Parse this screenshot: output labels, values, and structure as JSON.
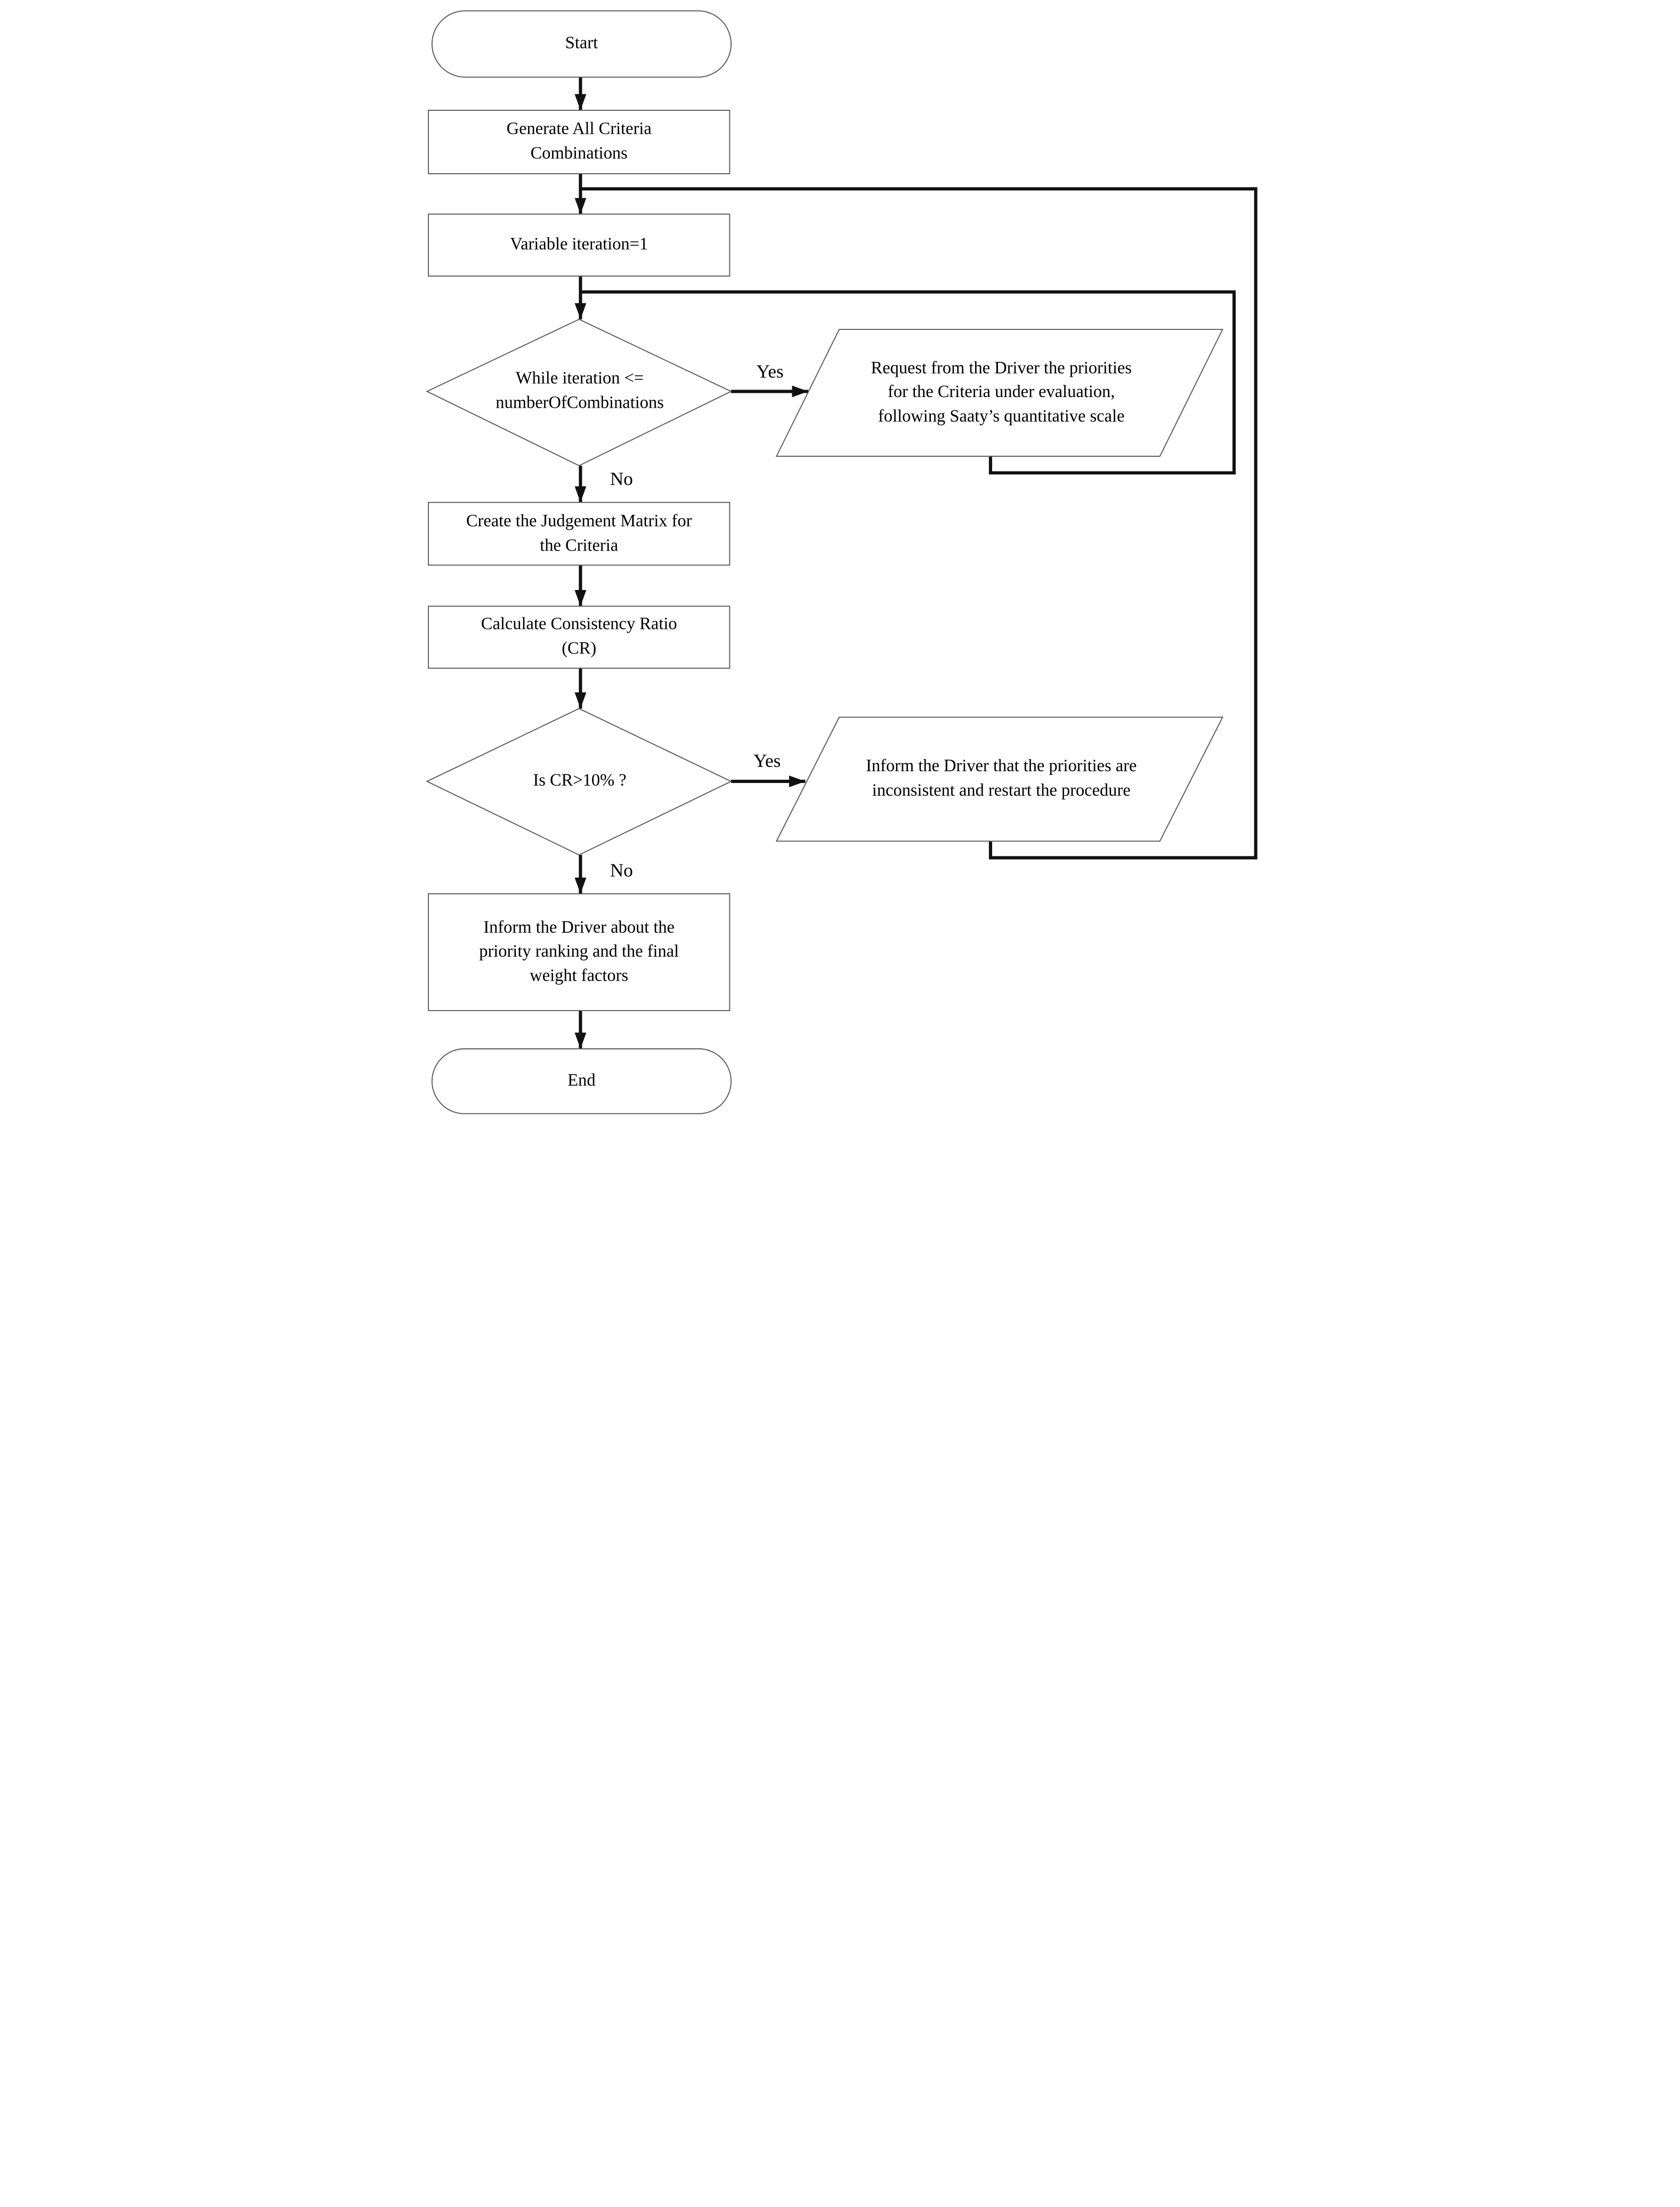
{
  "diagram_type": "flowchart",
  "colors": {
    "background": "#ffffff",
    "shape_border": "#595959",
    "arrow": "#111111",
    "text": "#000000"
  },
  "nodes": {
    "start": {
      "type": "terminator",
      "label": "Start"
    },
    "generate": {
      "type": "process",
      "label": "Generate All Criteria\nCombinations"
    },
    "init": {
      "type": "process",
      "label": "Variable iteration=1"
    },
    "while_check": {
      "type": "decision",
      "label": "While iteration <=\nnumberOfCombinations"
    },
    "request": {
      "type": "input-output",
      "label": "Request from the Driver the priorities\nfor the Criteria under evaluation,\nfollowing Saaty’s quantitative scale"
    },
    "judgement": {
      "type": "process",
      "label": "Create the Judgement Matrix for\nthe Criteria"
    },
    "cr": {
      "type": "process",
      "label": "Calculate Consistency Ratio\n(CR)"
    },
    "cr_check": {
      "type": "decision",
      "label": "Is CR>10% ?"
    },
    "inconsistent": {
      "type": "input-output",
      "label": "Inform the Driver that the priorities are\ninconsistent and restart the procedure"
    },
    "final": {
      "type": "process",
      "label": "Inform the Driver about the\npriority ranking and the final\nweight factors"
    },
    "end": {
      "type": "terminator",
      "label": "End"
    }
  },
  "edge_labels": {
    "while_yes": "Yes",
    "while_no": "No",
    "cr_yes": "Yes",
    "cr_no": "No"
  }
}
